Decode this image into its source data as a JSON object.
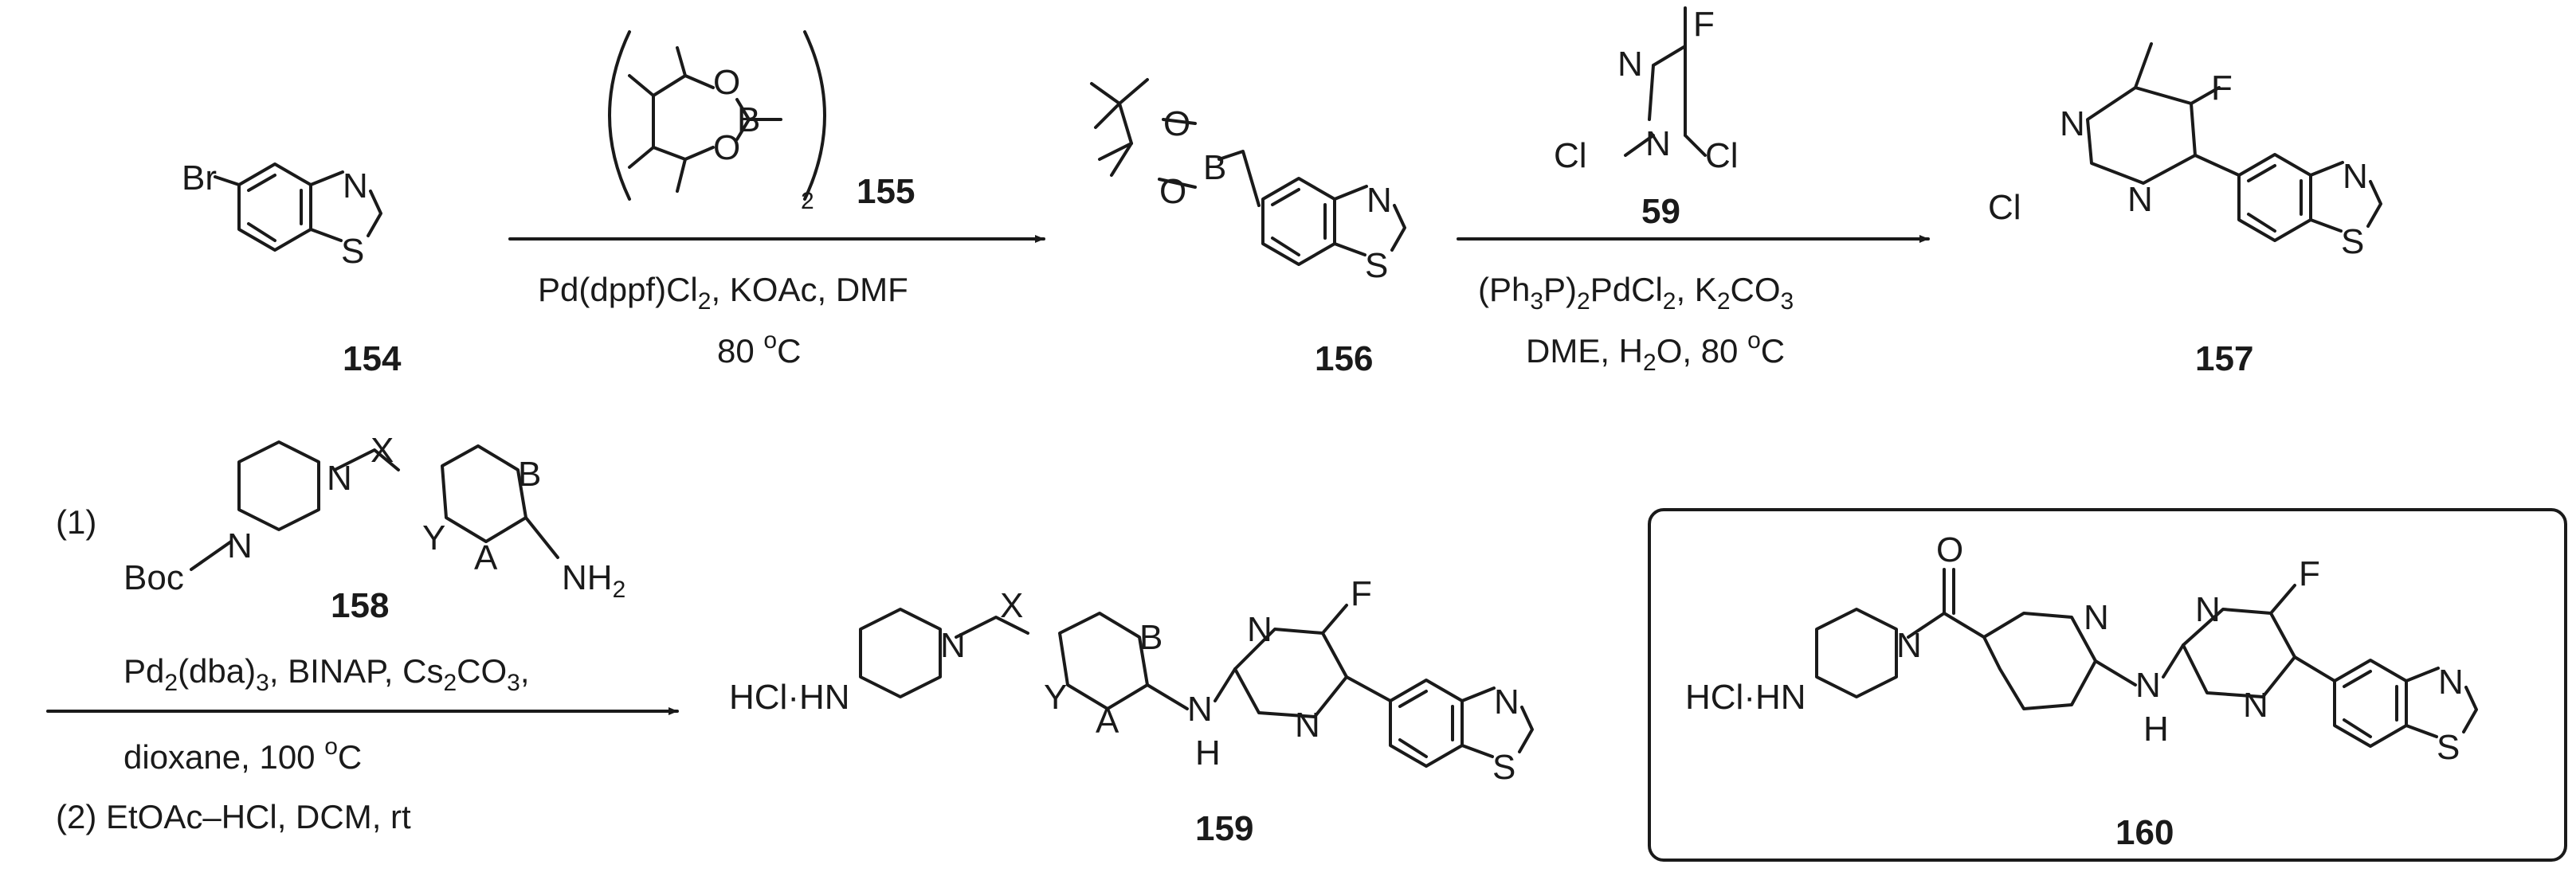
{
  "compounds": {
    "c154": "154",
    "c155": "155",
    "c156": "156",
    "c59": "59",
    "c157": "157",
    "c158": "158",
    "c159": "159",
    "c160": "160"
  },
  "atoms": {
    "Br": "Br",
    "N": "N",
    "S": "S",
    "O": "O",
    "B": "B",
    "F": "F",
    "Cl": "Cl",
    "X": "X",
    "Y": "Y",
    "A": "A",
    "Boc": "Boc",
    "NH2_N": "NH",
    "NH2_sub": "2",
    "H": "H",
    "HCl_HN": "HCl·HN",
    "paren_sub": "2"
  },
  "step1": {
    "line1_a": "Pd(dppf)Cl",
    "line1_sub": "2",
    "line1_b": ", KOAc, DMF",
    "line2_a": "80 ",
    "line2_sup": "o",
    "line2_b": "C"
  },
  "step2": {
    "line1_a": "(Ph",
    "line1_sub1": "3",
    "line1_b": "P)",
    "line1_sub2": "2",
    "line1_c": "PdCl",
    "line1_sub3": "2",
    "line1_d": ", K",
    "line1_sub4": "2",
    "line1_e": "CO",
    "line1_sub5": "3",
    "line2_a": "DME, H",
    "line2_sub": "2",
    "line2_b": "O, 80 ",
    "line2_sup": "o",
    "line2_c": "C"
  },
  "step3": {
    "tag1": "(1)",
    "line1_a": "Pd",
    "line1_sub1": "2",
    "line1_b": "(dba)",
    "line1_sub2": "3",
    "line1_c": ", BINAP, Cs",
    "line1_sub3": "2",
    "line1_d": "CO",
    "line1_sub4": "3",
    "line1_e": ",",
    "line2_a": "dioxane, 100 ",
    "line2_sup": "o",
    "line2_c": "C",
    "line3": "(2) EtOAc–HCl, DCM, rt"
  }
}
